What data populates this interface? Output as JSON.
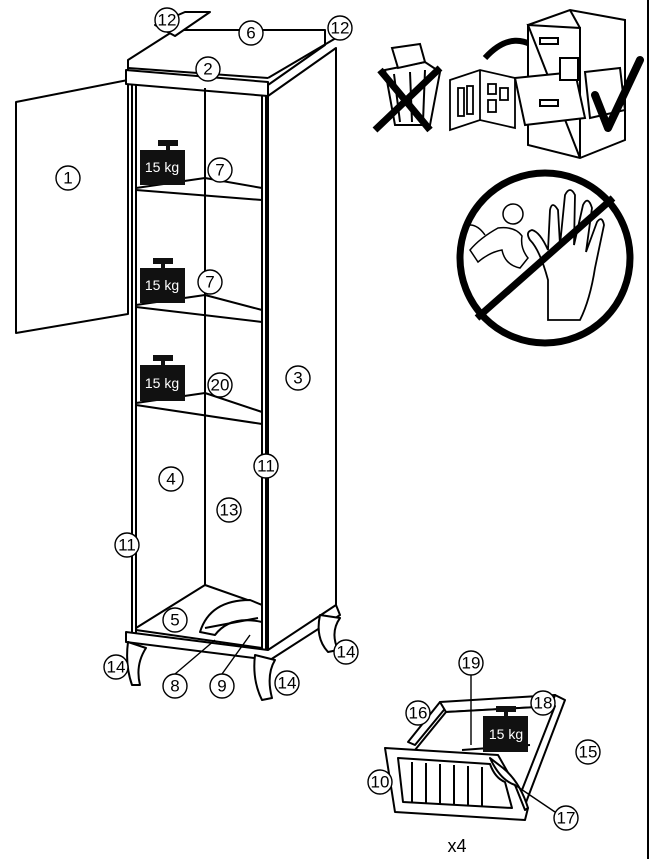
{
  "callouts": {
    "door": "1",
    "top_panel_front": "2",
    "side_panel": "3",
    "back_panel": "4",
    "bottom_panel": "5",
    "top_panel": "6",
    "shelf_top": "7",
    "shelf_middle": "7",
    "bottom_rail": "8",
    "bottom_cutout": "9",
    "drawer_front": "10",
    "left_edge_strip": "11",
    "right_edge_strip": "11",
    "top_left_trim": "12",
    "top_right_trim": "12",
    "divider": "13",
    "leg_front_left": "14",
    "leg_front_right": "14",
    "leg_back_right": "14",
    "drawer_side_right": "15",
    "drawer_side_left": "16",
    "drawer_handle": "17",
    "drawer_back": "18",
    "drawer_bottom": "19",
    "shelf_lower": "20"
  },
  "weights": {
    "shelf_top": "15 kg",
    "shelf_middle": "15 kg",
    "shelf_lower": "15 kg",
    "drawer": "15 kg"
  },
  "drawer_quantity": "x4",
  "icons": {
    "recycle_no": "trash-bin-crossed-icon",
    "manual_keep": "manual-to-filing-cabinet-icon",
    "approved": "checkmark-icon",
    "child_warning": "no-children-hand-prohibited-icon"
  },
  "colors": {
    "ink": "#000000",
    "paper": "#ffffff",
    "weight_label": "#ffffff"
  }
}
